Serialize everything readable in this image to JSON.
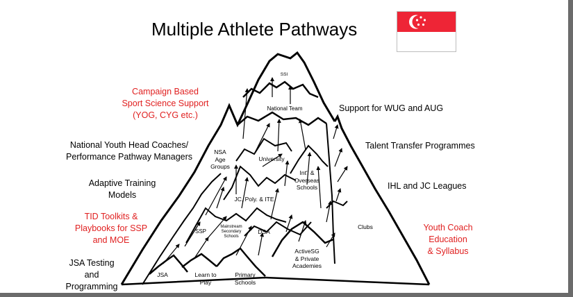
{
  "title": "Multiple Athlete Pathways",
  "flag": {
    "red": "#ee2536",
    "white": "#ffffff",
    "icon": "singapore-flag"
  },
  "left_labels": [
    {
      "id": "campaign",
      "lines": [
        "Campaign Based",
        "Sport Science Support",
        "(YOG, CYG etc.)"
      ],
      "color": "#e02020"
    },
    {
      "id": "coaches",
      "lines": [
        "National Youth Head Coaches/",
        "Performance Pathway Managers"
      ],
      "color": "#000000"
    },
    {
      "id": "adaptive",
      "lines": [
        "Adaptive Training",
        "Models"
      ],
      "color": "#000000"
    },
    {
      "id": "tid",
      "lines": [
        "TID Toolkits &",
        "Playbooks for SSP",
        "and MOE"
      ],
      "color": "#e02020"
    },
    {
      "id": "jsa-testing",
      "lines": [
        "JSA Testing",
        "and",
        "Programming"
      ],
      "color": "#000000"
    }
  ],
  "right_labels": [
    {
      "id": "wug",
      "lines": [
        "Support for WUG and AUG"
      ],
      "color": "#000000"
    },
    {
      "id": "talent",
      "lines": [
        "Talent Transfer Programmes"
      ],
      "color": "#000000"
    },
    {
      "id": "ihl",
      "lines": [
        "IHL and JC Leagues"
      ],
      "color": "#000000"
    },
    {
      "id": "youth-coach",
      "lines": [
        "Youth Coach",
        "Education",
        "& Syllabus"
      ],
      "color": "#e02020"
    }
  ],
  "mountain_labels": {
    "ssi": "SSI",
    "national_team": "National Team",
    "nsa": [
      "NSA",
      "Age",
      "Groups"
    ],
    "university": "University",
    "intl": [
      "Int'l &",
      "Overseas",
      "Schools"
    ],
    "jc": "JC, Poly. & ITE",
    "ssp": "SSP",
    "mainstream": [
      "Mainstream",
      "Secondary",
      "Schools"
    ],
    "dsa": "DSA",
    "clubs": "Clubs",
    "activesg": [
      "ActiveSG",
      "& Private",
      "Academies"
    ],
    "jsa": "JSA",
    "learn": [
      "Learn to",
      "Play"
    ],
    "primary": [
      "Primary",
      "Schools"
    ]
  }
}
